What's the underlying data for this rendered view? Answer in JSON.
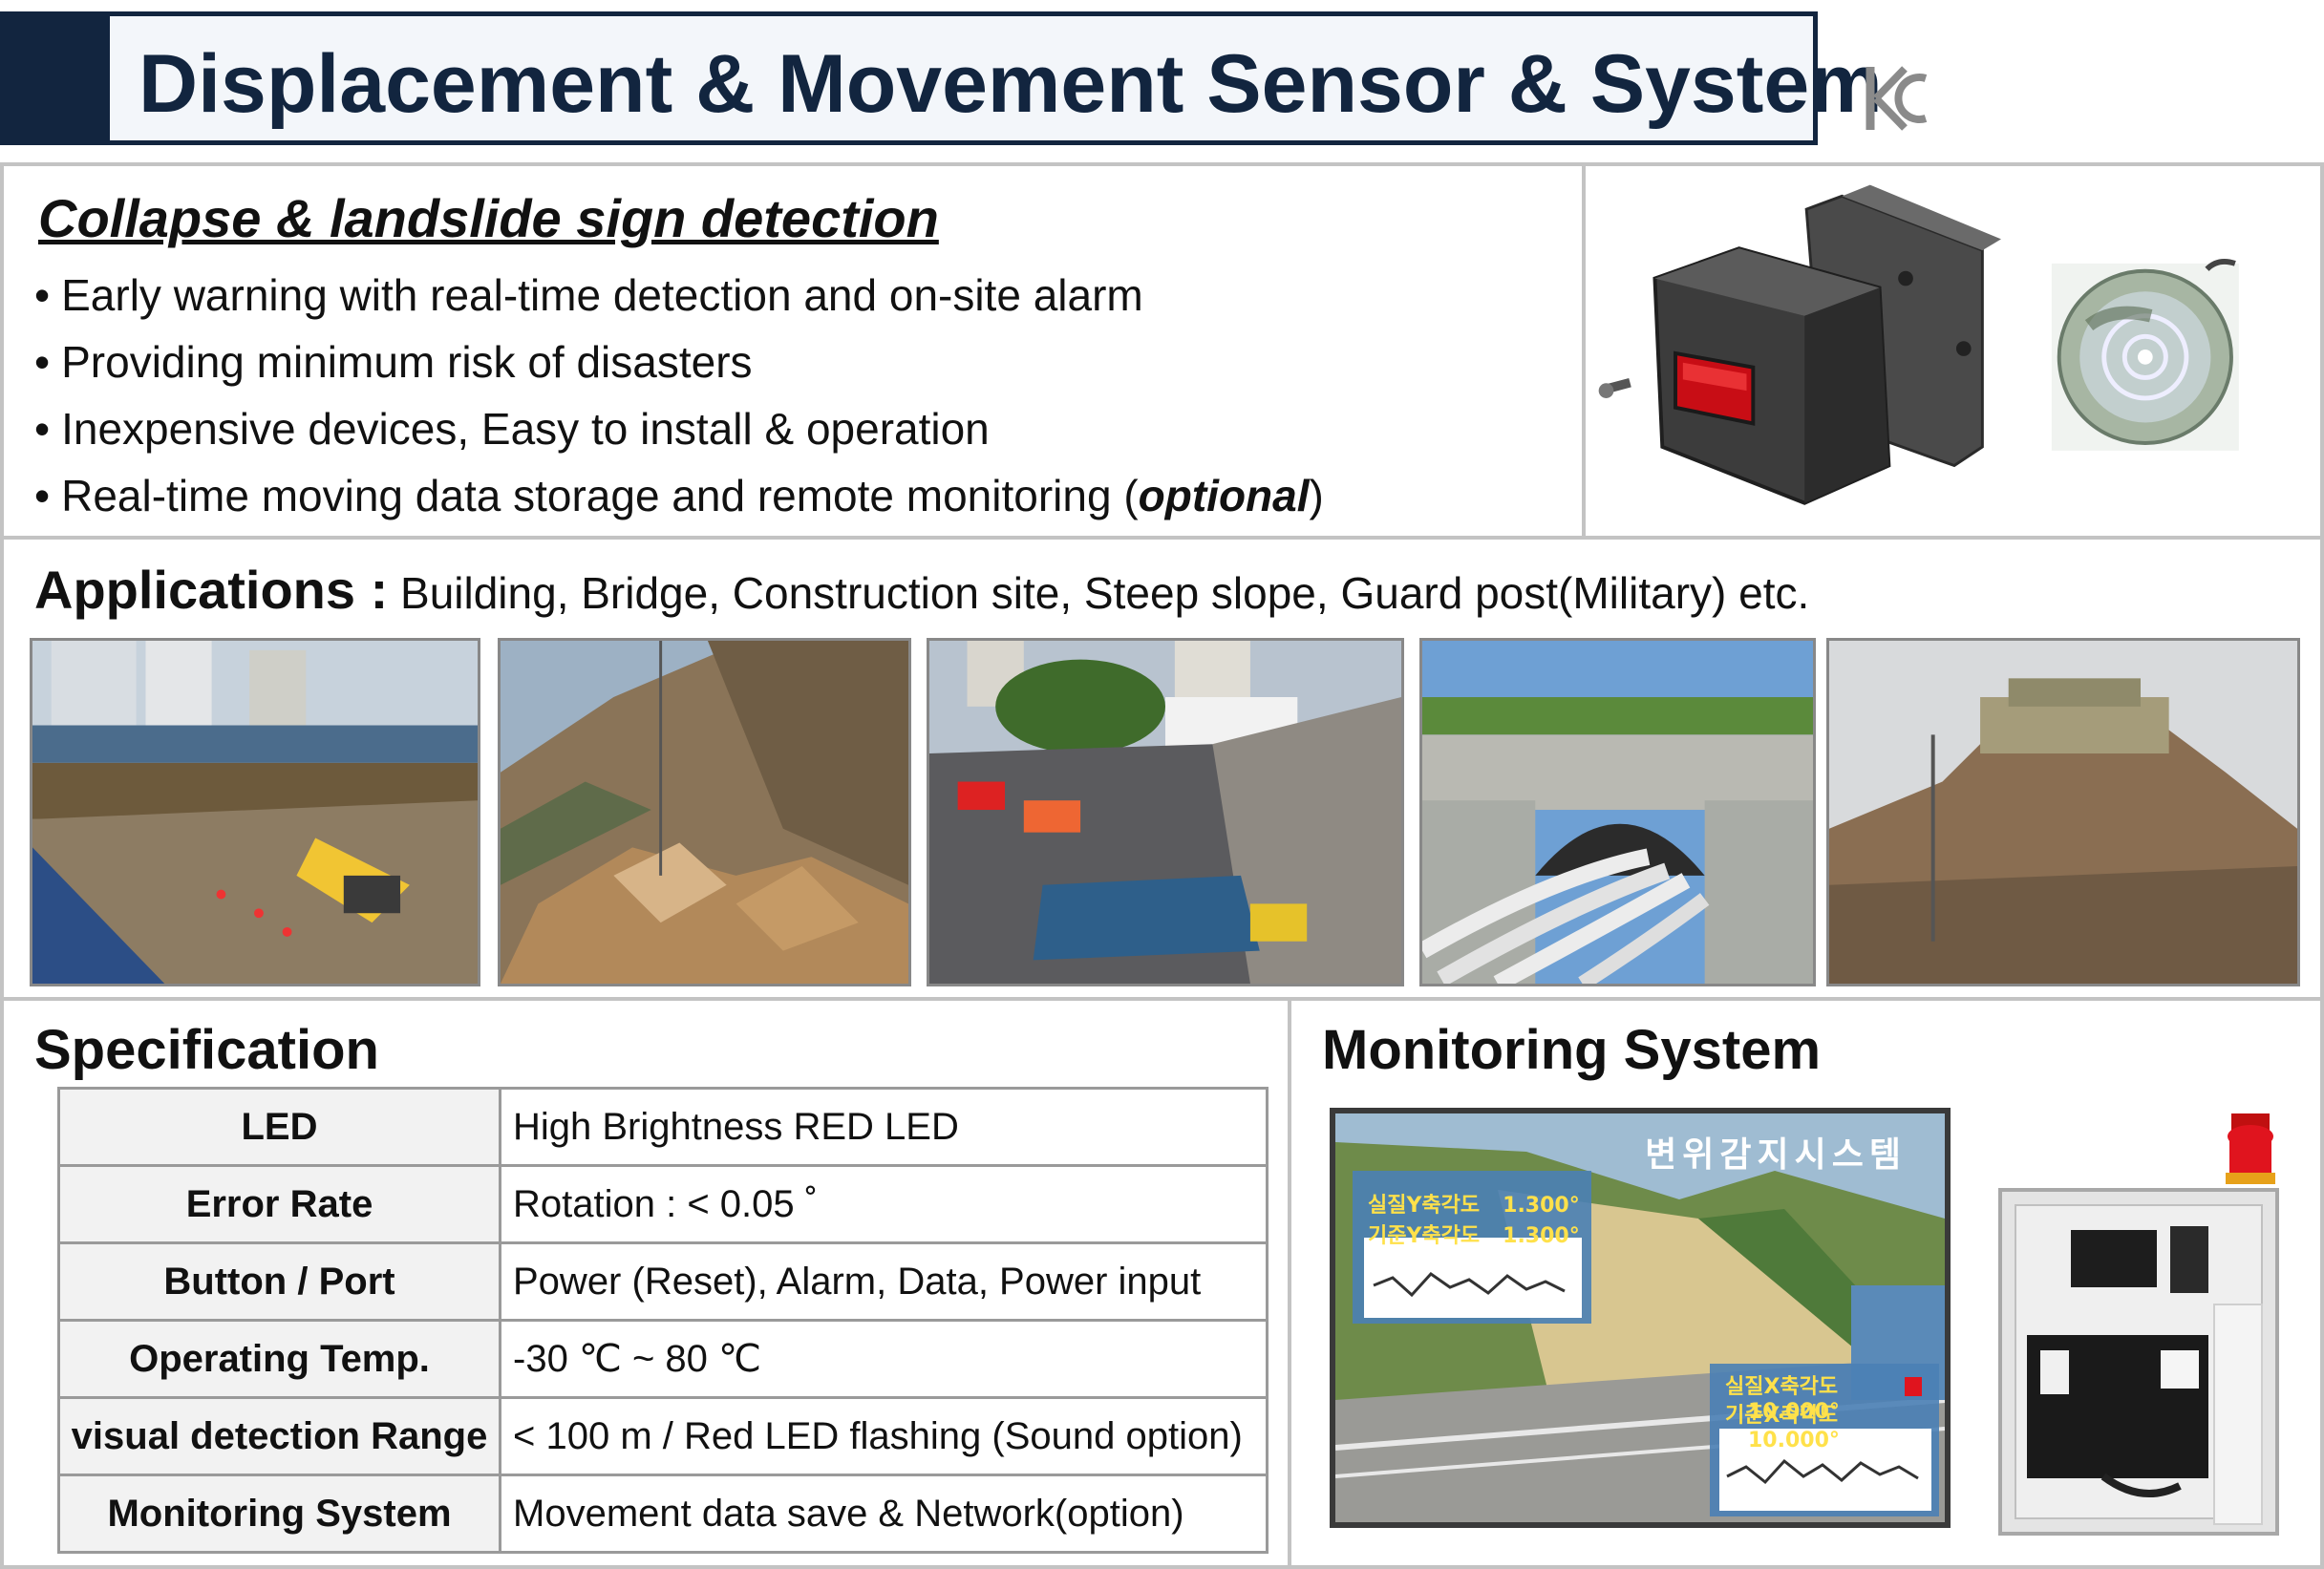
{
  "header": {
    "title": "Displacement & Movement Sensor & System"
  },
  "certification": {
    "icon": "kc-mark-icon"
  },
  "intro": {
    "heading": "Collapse & landslide sign detection",
    "bullets": [
      "Early warning with real-time detection and on-site alarm",
      "Providing minimum risk of disasters",
      "Inexpensive devices, Easy to install & operation"
    ],
    "bullet4": {
      "text": "Real-time moving data storage and remote monitoring (",
      "optional": "optional",
      "close": ")"
    }
  },
  "device": {
    "images": [
      "sensor-housing-image",
      "sensor-disc-image"
    ]
  },
  "applications": {
    "label": "Applications :",
    "text": " Building, Bridge, Construction  site, Steep slope, Guard post(Military) etc.",
    "photos": [
      "building-excavation-photo",
      "steep-slope-rockfall-photo",
      "collapsed-building-photo",
      "bridge-underpass-photo",
      "guard-post-hill-photo"
    ]
  },
  "specification": {
    "title": "Specification",
    "rows": [
      {
        "key": "LED",
        "value": "High Brightness RED LED"
      },
      {
        "key": "Error Rate",
        "value": "Rotation : < 0.05 ˚"
      },
      {
        "key": "Button / Port",
        "value": "Power (Reset), Alarm, Data, Power input"
      },
      {
        "key": "Operating Temp.",
        "value": "-30 ℃ ~ 80 ℃"
      },
      {
        "key": "visual detection Range",
        "value": "< 100 m / Red LED flashing (Sound option)"
      },
      {
        "key": "Monitoring System",
        "value": "Movement data save & Network(option)"
      }
    ]
  },
  "monitoring": {
    "title": "Monitoring System",
    "screen_title": "변위감지시스템",
    "readouts": [
      {
        "label": "실질Y축각도",
        "value": "1.300°"
      },
      {
        "label": "기준Y축각도",
        "value": "1.300°"
      },
      {
        "label": "실질X축각도",
        "value": "10.000°"
      },
      {
        "label": "기준X축각도",
        "value": "10.000°"
      }
    ]
  },
  "colors": {
    "navy": "#12253f",
    "panel_border": "#c3c3c3",
    "alarm_red": "#e0141e",
    "readout_yellow": "#ffe14a"
  }
}
